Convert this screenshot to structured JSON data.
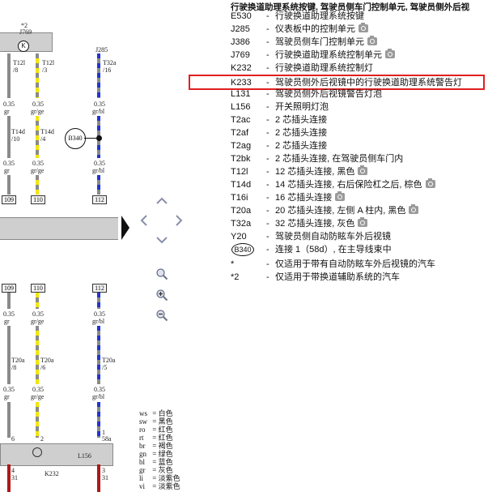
{
  "title": "行驶换道助理系统按键, 驾驶员侧车门控制单元, 驾驶员侧外后视",
  "legend": [
    {
      "code": "E530",
      "desc": "行驶换道助理系统按键",
      "photo": false
    },
    {
      "code": "J285",
      "desc": "仪表板中的控制单元",
      "photo": true
    },
    {
      "code": "J386",
      "desc": "驾驶员侧车门控制单元",
      "photo": true
    },
    {
      "code": "J769",
      "desc": "行驶换道助理系统控制单元",
      "photo": true
    },
    {
      "code": "K232",
      "desc": "行驶换道助理系统控制灯",
      "photo": false
    },
    {
      "code": "K233",
      "desc": "驾驶员侧外后视镜中的行驶换道助理系统警告灯",
      "photo": false
    },
    {
      "code": "L131",
      "desc": "驾驶员侧外后视镜警告灯泡",
      "photo": false
    },
    {
      "code": "L156",
      "desc": "开关照明灯泡",
      "photo": false
    },
    {
      "code": "T2ac",
      "desc": "2 芯插头连接",
      "photo": false
    },
    {
      "code": "T2af",
      "desc": "2 芯插头连接",
      "photo": false
    },
    {
      "code": "T2ag",
      "desc": "2 芯插头连接",
      "photo": false
    },
    {
      "code": "T2bk",
      "desc": "2 芯插头连接, 在驾驶员侧车门内",
      "photo": false
    },
    {
      "code": "T12l",
      "desc": "12 芯插头连接, 黑色",
      "photo": true
    },
    {
      "code": "T14d",
      "desc": "14 芯插头连接, 右后保险杠之后, 棕色",
      "photo": true
    },
    {
      "code": "T16i",
      "desc": "16 芯插头连接",
      "photo": true
    },
    {
      "code": "T20a",
      "desc": "20 芯插头连接, 左侧 A 柱内, 黑色",
      "photo": true
    },
    {
      "code": "T32a",
      "desc": "32 芯插头连接, 灰色",
      "photo": true
    },
    {
      "code": "Y20",
      "desc": "驾驶员侧自动防眩车外后视镜",
      "photo": false
    },
    {
      "code": "B340",
      "desc": "连接 1（58d）, 在主导线束中",
      "photo": false
    },
    {
      "code": "*",
      "desc": "仅适用于带有自动防眩车外后视镜的汽车",
      "photo": false
    },
    {
      "code": "*2",
      "desc": "仅适用于带换道辅助系统的汽车",
      "photo": false
    }
  ],
  "highlight_code": "K233",
  "colors": [
    {
      "abbr": "ws",
      "name": "白色"
    },
    {
      "abbr": "sw",
      "name": "黑色"
    },
    {
      "abbr": "ro",
      "name": "红色"
    },
    {
      "abbr": "rt",
      "name": "红色"
    },
    {
      "abbr": "br",
      "name": "褐色"
    },
    {
      "abbr": "gn",
      "name": "绿色"
    },
    {
      "abbr": "bl",
      "name": "蓝色"
    },
    {
      "abbr": "gr",
      "name": "灰色"
    },
    {
      "abbr": "li",
      "name": "淡紫色"
    },
    {
      "abbr": "vi",
      "name": "淡紫色"
    }
  ],
  "diagram": {
    "top_note": "*2",
    "j769": "J769",
    "j285": "J285",
    "b340": "B340",
    "k232": "K232",
    "l156": "L156",
    "t12l_1": "T12l",
    "t12l_1_pin": "/8",
    "t12l_2": "T12l",
    "t12l_2_pin": "/3",
    "t32a": "T32a",
    "t32a_pin": "/16",
    "t14d_1": "T14d",
    "t14d_1_pin": "/10",
    "t14d_2": "T14d",
    "t14d_2_pin": "/4",
    "t20a_1": "T20a",
    "t20a_1_pin": "/8",
    "t20a_2": "T20a",
    "t20a_2_pin": "/6",
    "t20a_3": "T20a",
    "t20a_3_pin": "/5",
    "wire_size": "0.35",
    "w1_color": "gr",
    "w2_color": "gr/ge",
    "w3_color": "gr/bl",
    "ref_109": "109",
    "ref_110": "110",
    "ref_112": "112",
    "k232_pin4": "4",
    "k232_pin31a": "31",
    "k232_pin3": "3",
    "k232_pin31b": "31",
    "pin6": "6",
    "pin2": "2",
    "pin1": "1",
    "pin58a": "58a"
  },
  "accent_colors": {
    "gray": "#8a8a8a",
    "yellow": "#f2e600",
    "blue": "#1f35d6",
    "red": "#b01818",
    "highlight": "#e02020"
  }
}
